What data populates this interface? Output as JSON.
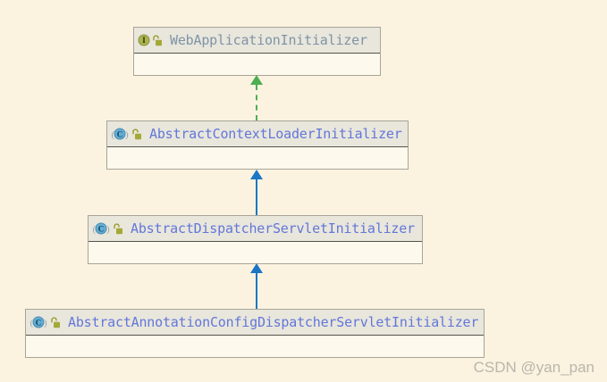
{
  "diagram": {
    "type": "uml-class-hierarchy",
    "nodes": [
      {
        "label": "WebApplicationInitializer",
        "kind": "interface",
        "modifier_icon": "unlocked-padlock",
        "name_color": "#7e94a6"
      },
      {
        "label": "AbstractContextLoaderInitializer",
        "kind": "abstract-class",
        "modifier_icon": "unlocked-padlock",
        "name_color": "#6277d8"
      },
      {
        "label": "AbstractDispatcherServletInitializer",
        "kind": "abstract-class",
        "modifier_icon": "unlocked-padlock",
        "name_color": "#6277d8"
      },
      {
        "label": "AbstractAnnotationConfigDispatcherServletInitializer",
        "kind": "abstract-class",
        "modifier_icon": "unlocked-padlock",
        "name_color": "#6277d8"
      }
    ],
    "edges": [
      {
        "from": "AbstractContextLoaderInitializer",
        "to": "WebApplicationInitializer",
        "relation": "implements",
        "line_style": "dashed",
        "color": "#4caf50"
      },
      {
        "from": "AbstractDispatcherServletInitializer",
        "to": "AbstractContextLoaderInitializer",
        "relation": "extends",
        "line_style": "solid",
        "color": "#1b76c4"
      },
      {
        "from": "AbstractAnnotationConfigDispatcherServletInitializer",
        "to": "AbstractDispatcherServletInitializer",
        "relation": "extends",
        "line_style": "solid",
        "color": "#1b76c4"
      }
    ],
    "colors": {
      "background": "#fbf3e0",
      "node_header_bg": "#e9e6dc",
      "node_body_bg": "#fdf9ec",
      "node_border": "#a8a499",
      "header_divider": "#55534e"
    }
  },
  "watermark": {
    "text": "CSDN @yan_pan",
    "color": "#bab6ac"
  }
}
